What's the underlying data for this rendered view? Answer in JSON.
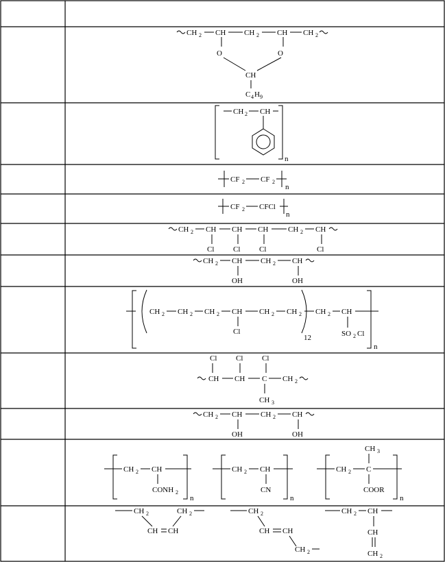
{
  "table": {
    "header": {
      "col1": "",
      "col2": ""
    },
    "rows": [
      {
        "name": "",
        "structure": "polyvinyl-butyral",
        "labels": [
          "CH",
          "CH",
          "CH",
          "CH",
          "CH",
          "O",
          "O",
          "CH",
          "C",
          "H",
          "2",
          "2",
          "2",
          "4",
          "9"
        ]
      },
      {
        "name": "",
        "structure": "polystyrene",
        "labels": [
          "CH",
          "CH",
          "2",
          "n"
        ]
      },
      {
        "name": "",
        "structure": "ptfe",
        "labels": [
          "CF",
          "CF",
          "2",
          "2",
          "n"
        ]
      },
      {
        "name": "",
        "structure": "pctfe",
        "labels": [
          "CF",
          "CFCl",
          "2",
          "n"
        ]
      },
      {
        "name": "",
        "structure": "chlorinated-pvc",
        "labels": [
          "CH",
          "CH",
          "CH",
          "CH",
          "CH",
          "CH",
          "Cl",
          "Cl",
          "Cl",
          "Cl",
          "2",
          "2"
        ]
      },
      {
        "name": "",
        "structure": "polyvinyl-alcohol",
        "labels": [
          "CH",
          "CH",
          "CH",
          "CH",
          "OH",
          "OH",
          "2",
          "2"
        ]
      },
      {
        "name": "",
        "structure": "chlorosulfonated-polyethylene",
        "labels": [
          "CH",
          "CH",
          "CH",
          "CH",
          "CH",
          "CH",
          "CH",
          "CH",
          "Cl",
          "SO",
          "Cl",
          "12",
          "n",
          "2",
          "2",
          "2",
          "2",
          "2",
          "2",
          "2"
        ]
      },
      {
        "name": "",
        "structure": "chlorinated-rubber",
        "labels": [
          "Cl",
          "Cl",
          "Cl",
          "CH",
          "CH",
          "C",
          "CH",
          "CH",
          "2",
          "3"
        ]
      },
      {
        "name": "",
        "structure": "polyvinyl-alcohol-2",
        "labels": [
          "CH",
          "CH",
          "CH",
          "CH",
          "OH",
          "OH",
          "2",
          "2"
        ]
      },
      {
        "name": "",
        "structure": "acrylic-polymers",
        "labels": [
          "CH",
          "CH",
          "CONH",
          "CH",
          "CH",
          "CN",
          "CH",
          "C",
          "CH",
          "COOR",
          "n",
          "n",
          "n",
          "2",
          "2",
          "2",
          "2",
          "3"
        ]
      },
      {
        "name": "",
        "structure": "polybutadiene-units",
        "labels": [
          "CH",
          "CH",
          "CH",
          "CH",
          "CH",
          "CH",
          "CH",
          "CH",
          "CH",
          "CH",
          "CH",
          "2",
          "2",
          "2",
          "2",
          "2",
          "2"
        ]
      }
    ]
  }
}
